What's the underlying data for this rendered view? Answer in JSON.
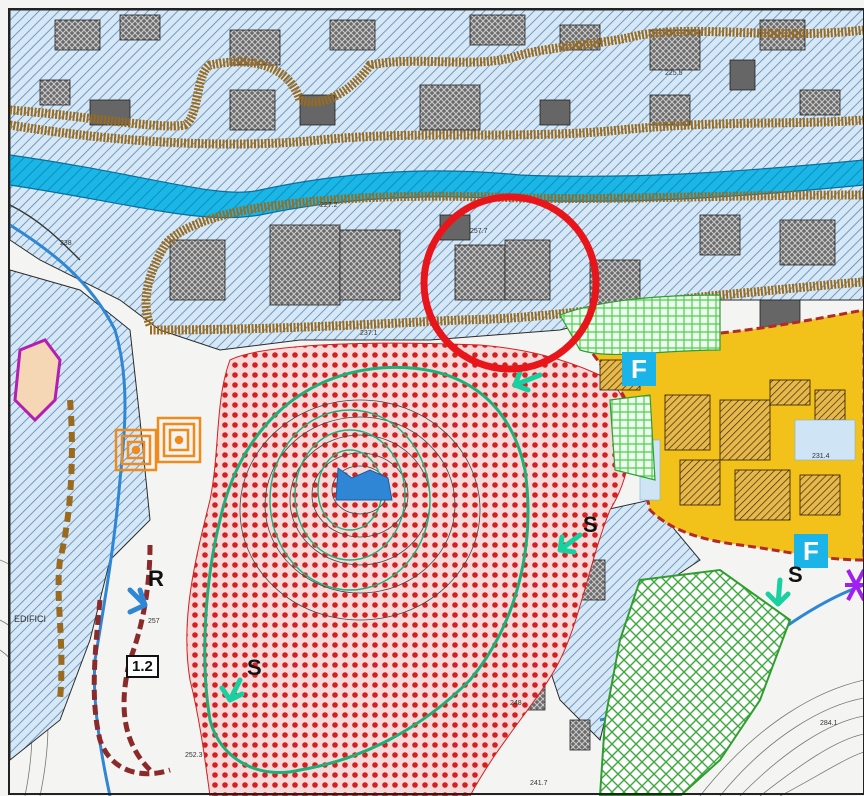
{
  "map": {
    "labels": {
      "F_north": "F",
      "F_south": "F",
      "R": "R",
      "S_west": "S",
      "S_center": "S",
      "S_east": "S",
      "zone_number": "1.2",
      "edificio": "EDIFICI",
      "elev_1": "227.2",
      "elev_2": "238",
      "elev_3": "257.7",
      "elev_4": "237.1",
      "elev_5": "231.4",
      "elev_6": "252.3",
      "elev_7": "241.7",
      "elev_8": "284.1",
      "elev_9": "248",
      "elev_10": "225.5",
      "elev_11": "257"
    },
    "colors": {
      "urban_fill": "#cfe4f5",
      "river": "#19b6e6",
      "road_border": "#9a6b1e",
      "red_zone": "#d42020",
      "contour_green": "#1fb07a",
      "highlight_circle": "#e8161b",
      "yellow_zone": "#f3c21a",
      "green_grid": "#3aa83a",
      "f_badge": "#1ab4e8"
    }
  }
}
